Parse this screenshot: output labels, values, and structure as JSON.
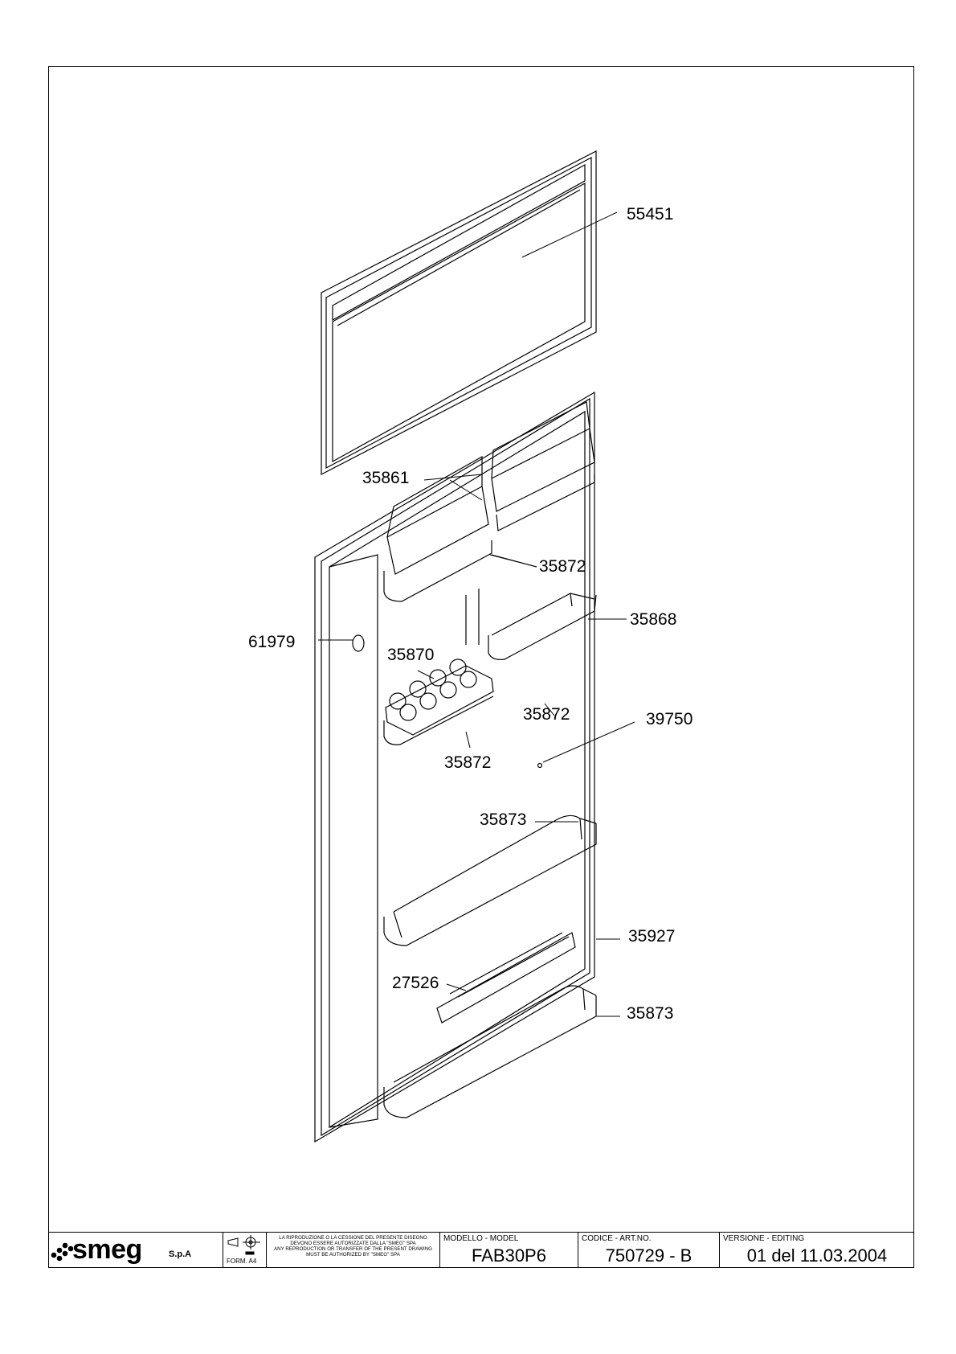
{
  "parts": [
    {
      "id": "55451"
    },
    {
      "id": "35861"
    },
    {
      "id": "35872a",
      "label": "35872"
    },
    {
      "id": "35868"
    },
    {
      "id": "61979"
    },
    {
      "id": "35870"
    },
    {
      "id": "35872b",
      "label": "35872"
    },
    {
      "id": "39750"
    },
    {
      "id": "35872c",
      "label": "35872"
    },
    {
      "id": "35873a",
      "label": "35873"
    },
    {
      "id": "35927"
    },
    {
      "id": "27526"
    },
    {
      "id": "35873b",
      "label": "35873"
    }
  ],
  "labels": {
    "p55451": "55451",
    "p35861": "35861",
    "p35872a": "35872",
    "p35868": "35868",
    "p61979": "61979",
    "p35870": "35870",
    "p35872b": "35872",
    "p39750": "39750",
    "p35872c": "35872",
    "p35873a": "35873",
    "p35927": "35927",
    "p27526": "27526",
    "p35873b": "35873"
  },
  "titleblock": {
    "brand": "smeg",
    "brand_suffix": "S.p.A",
    "form": "FORM. A4",
    "notice_it": "LA RIPRODUZIONE O LA CESSIONE DEL PRESENTE DISEGNO DEVONO ESSERE AUTORIZZATE DALLA \"SMEG\" SPA",
    "notice_en": "ANY REPRODUCTION OR TRANSFER OF THE PRESENT DRAWING MUST BE AUTHORIZED BY \"SMEG\" SPA",
    "model_caption": "MODELLO - MODEL",
    "model_value": "FAB30P6",
    "code_caption": "CODICE - ART.NO.",
    "code_value": "750729 - B",
    "version_caption": "VERSIONE - EDITING",
    "version_value": "01 del 11.03.2004"
  }
}
